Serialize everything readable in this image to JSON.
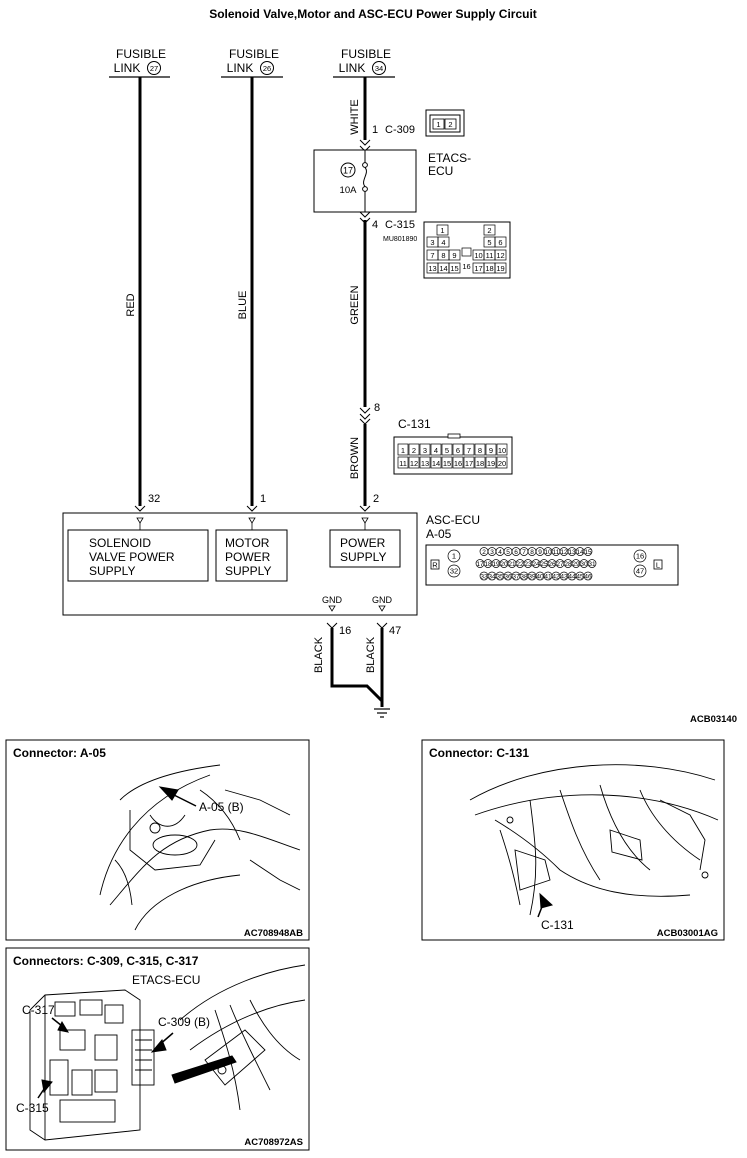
{
  "title": "Solenoid Valve,Motor and ASC-ECU Power Supply Circuit",
  "fusible_links": [
    {
      "line1": "FUSIBLE",
      "line2": "LINK",
      "num": "27"
    },
    {
      "line1": "FUSIBLE",
      "line2": "LINK",
      "num": "26"
    },
    {
      "line1": "FUSIBLE",
      "line2": "LINK",
      "num": "34"
    }
  ],
  "wires": {
    "red": "RED",
    "blue": "BLUE",
    "white": "WHITE",
    "green": "GREEN",
    "brown": "BROWN",
    "black_left": "BLACK",
    "black_right": "BLACK"
  },
  "etacs": {
    "name_line1": "ETACS-",
    "name_line2": "ECU",
    "fuse_num": "17",
    "fuse_rating": "10A",
    "in_pin": "1",
    "in_conn": "C-309",
    "out_pin": "4",
    "out_conn": "C-315",
    "part_no": "MU801890"
  },
  "junction_pin": "8",
  "c131": {
    "label": "C-131",
    "row1": [
      "1",
      "2",
      "3",
      "4",
      "5",
      "6",
      "7",
      "8",
      "9",
      "10"
    ],
    "row2": [
      "11",
      "12",
      "13",
      "14",
      "15",
      "16",
      "17",
      "18",
      "19",
      "20"
    ]
  },
  "c309_pins": [
    "1",
    "2"
  ],
  "c315_pins": {
    "row1": [
      "1",
      "2"
    ],
    "row2": [
      "3",
      "4",
      "5",
      "6"
    ],
    "row3": [
      "7",
      "8",
      "9",
      "10",
      "11",
      "12"
    ],
    "row4": [
      "13",
      "14",
      "15",
      "16",
      "17",
      "18",
      "19"
    ]
  },
  "asc_ecu": {
    "name": "ASC-ECU",
    "conn": "A-05",
    "pins_in": [
      "32",
      "1",
      "2"
    ],
    "boxes": [
      {
        "l1": "SOLENOID",
        "l2": "VALVE POWER",
        "l3": "SUPPLY"
      },
      {
        "l1": "MOTOR",
        "l2": "POWER",
        "l3": "SUPPLY"
      },
      {
        "l1": "POWER",
        "l2": "SUPPLY"
      }
    ],
    "gnd_label_1": "GND",
    "gnd_label_2": "GND",
    "gnd_pin_1": "16",
    "gnd_pin_2": "47"
  },
  "a05": {
    "left_mark": "R",
    "right_mark": "L",
    "left_pins": [
      "1",
      "32"
    ],
    "right_pins": [
      "16",
      "47"
    ],
    "row1": [
      "2",
      "3",
      "4",
      "5",
      "6",
      "7",
      "8",
      "9",
      "10",
      "11",
      "12",
      "13",
      "14",
      "15"
    ],
    "row2": [
      "17",
      "18",
      "19",
      "20",
      "21",
      "22",
      "23",
      "24",
      "25",
      "26",
      "27",
      "28",
      "29",
      "30",
      "31"
    ],
    "row3": [
      "33",
      "34",
      "35",
      "36",
      "37",
      "38",
      "39",
      "40",
      "41",
      "42",
      "43",
      "44",
      "45",
      "46"
    ]
  },
  "diagram_code": "ACB03140",
  "panels": {
    "a05": {
      "title": "Connector: A-05",
      "callout": "A-05 (B)",
      "code": "AC708948AB"
    },
    "c131": {
      "title": "Connector: C-131",
      "callout": "C-131",
      "code": "ACB03001AG"
    },
    "etacs": {
      "title": "Connectors: C-309, C-315, C-317",
      "subtitle": "ETACS-ECU",
      "callout_c317": "C-317",
      "callout_c309": "C-309 (B)",
      "callout_c315": "C-315",
      "code": "AC708972AS"
    }
  }
}
